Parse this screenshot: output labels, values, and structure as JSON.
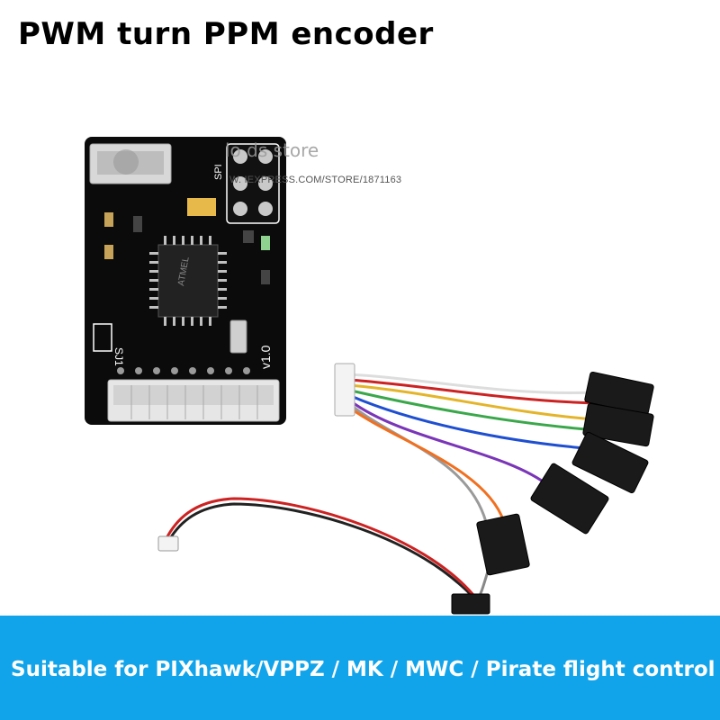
{
  "title": "PWM turn PPM encoder",
  "watermark": {
    "store": "lo  ds store",
    "url": "W. IEXPRESS.COM/STORE/1871163"
  },
  "board": {
    "silkscreen_spi": "SPI",
    "silkscreen_version": "v1.0",
    "silkscreen_jumper": "SJ1",
    "chip_text": "ATMEL"
  },
  "banner": {
    "text": "Suitable for PIXhawk/VPPZ / MK / MWC / Pirate flight control",
    "color": "#12a4ea"
  }
}
